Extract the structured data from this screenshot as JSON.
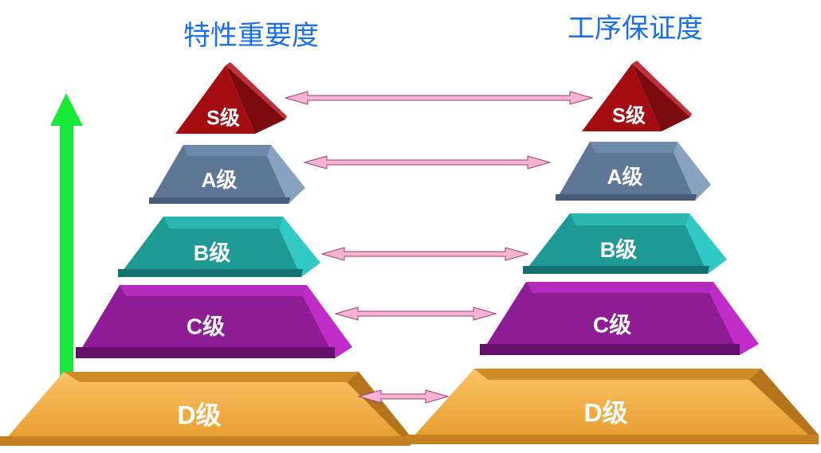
{
  "titles": {
    "left": "特性重要度",
    "right": "工序保证度"
  },
  "levels": [
    {
      "id": "s",
      "label": "S级",
      "colors": {
        "face": "#a30d12",
        "top": "#c0303a",
        "side": "#7a0a0e"
      }
    },
    {
      "id": "a",
      "label": "A级",
      "colors": {
        "face": "#5f7797",
        "top": "#7a93b5",
        "side": "#465c78"
      }
    },
    {
      "id": "b",
      "label": "B级",
      "colors": {
        "face": "#1f9994",
        "top": "#2dc4bf",
        "side": "#147370"
      }
    },
    {
      "id": "c",
      "label": "C级",
      "colors": {
        "face": "#8e1c94",
        "top": "#c02cc8",
        "side": "#64106a"
      }
    },
    {
      "id": "d",
      "label": "D级",
      "colors": {
        "face": "#f2a93c",
        "top": "#d68b24",
        "side": "#b5741c"
      }
    }
  ],
  "colors": {
    "arrow_up": "#17e83a",
    "connector_fill": "#f6b3d4",
    "connector_stroke": "#9b3c72",
    "title": "#1a6fe8"
  }
}
